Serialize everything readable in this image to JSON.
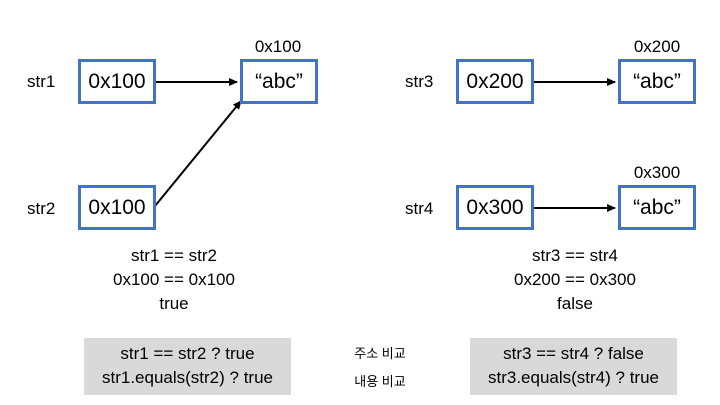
{
  "left": {
    "var1": "str1",
    "var2": "str2",
    "ref1": "0x100",
    "ref2": "0x100",
    "obj_addr": "0x100",
    "obj_value": "“abc”",
    "compare": [
      "str1 == str2",
      "0x100 == 0x100",
      "true"
    ],
    "summary": [
      "str1 == str2 ? true",
      "str1.equals(str2) ? true"
    ]
  },
  "right": {
    "var1": "str3",
    "var2": "str4",
    "ref1": "0x200",
    "ref2": "0x300",
    "obj1_addr": "0x200",
    "obj1_value": "“abc”",
    "obj2_addr": "0x300",
    "obj2_value": "“abc”",
    "compare": [
      "str3 == str4",
      "0x200 == 0x300",
      "false"
    ],
    "summary": [
      "str3 == str4 ? false",
      "str3.equals(str4) ? true"
    ]
  },
  "notes": {
    "address": "주소 비교",
    "content": "내용 비교"
  },
  "colors": {
    "box_border": "#4472C4",
    "summary_bg": "#d9d9d9"
  }
}
